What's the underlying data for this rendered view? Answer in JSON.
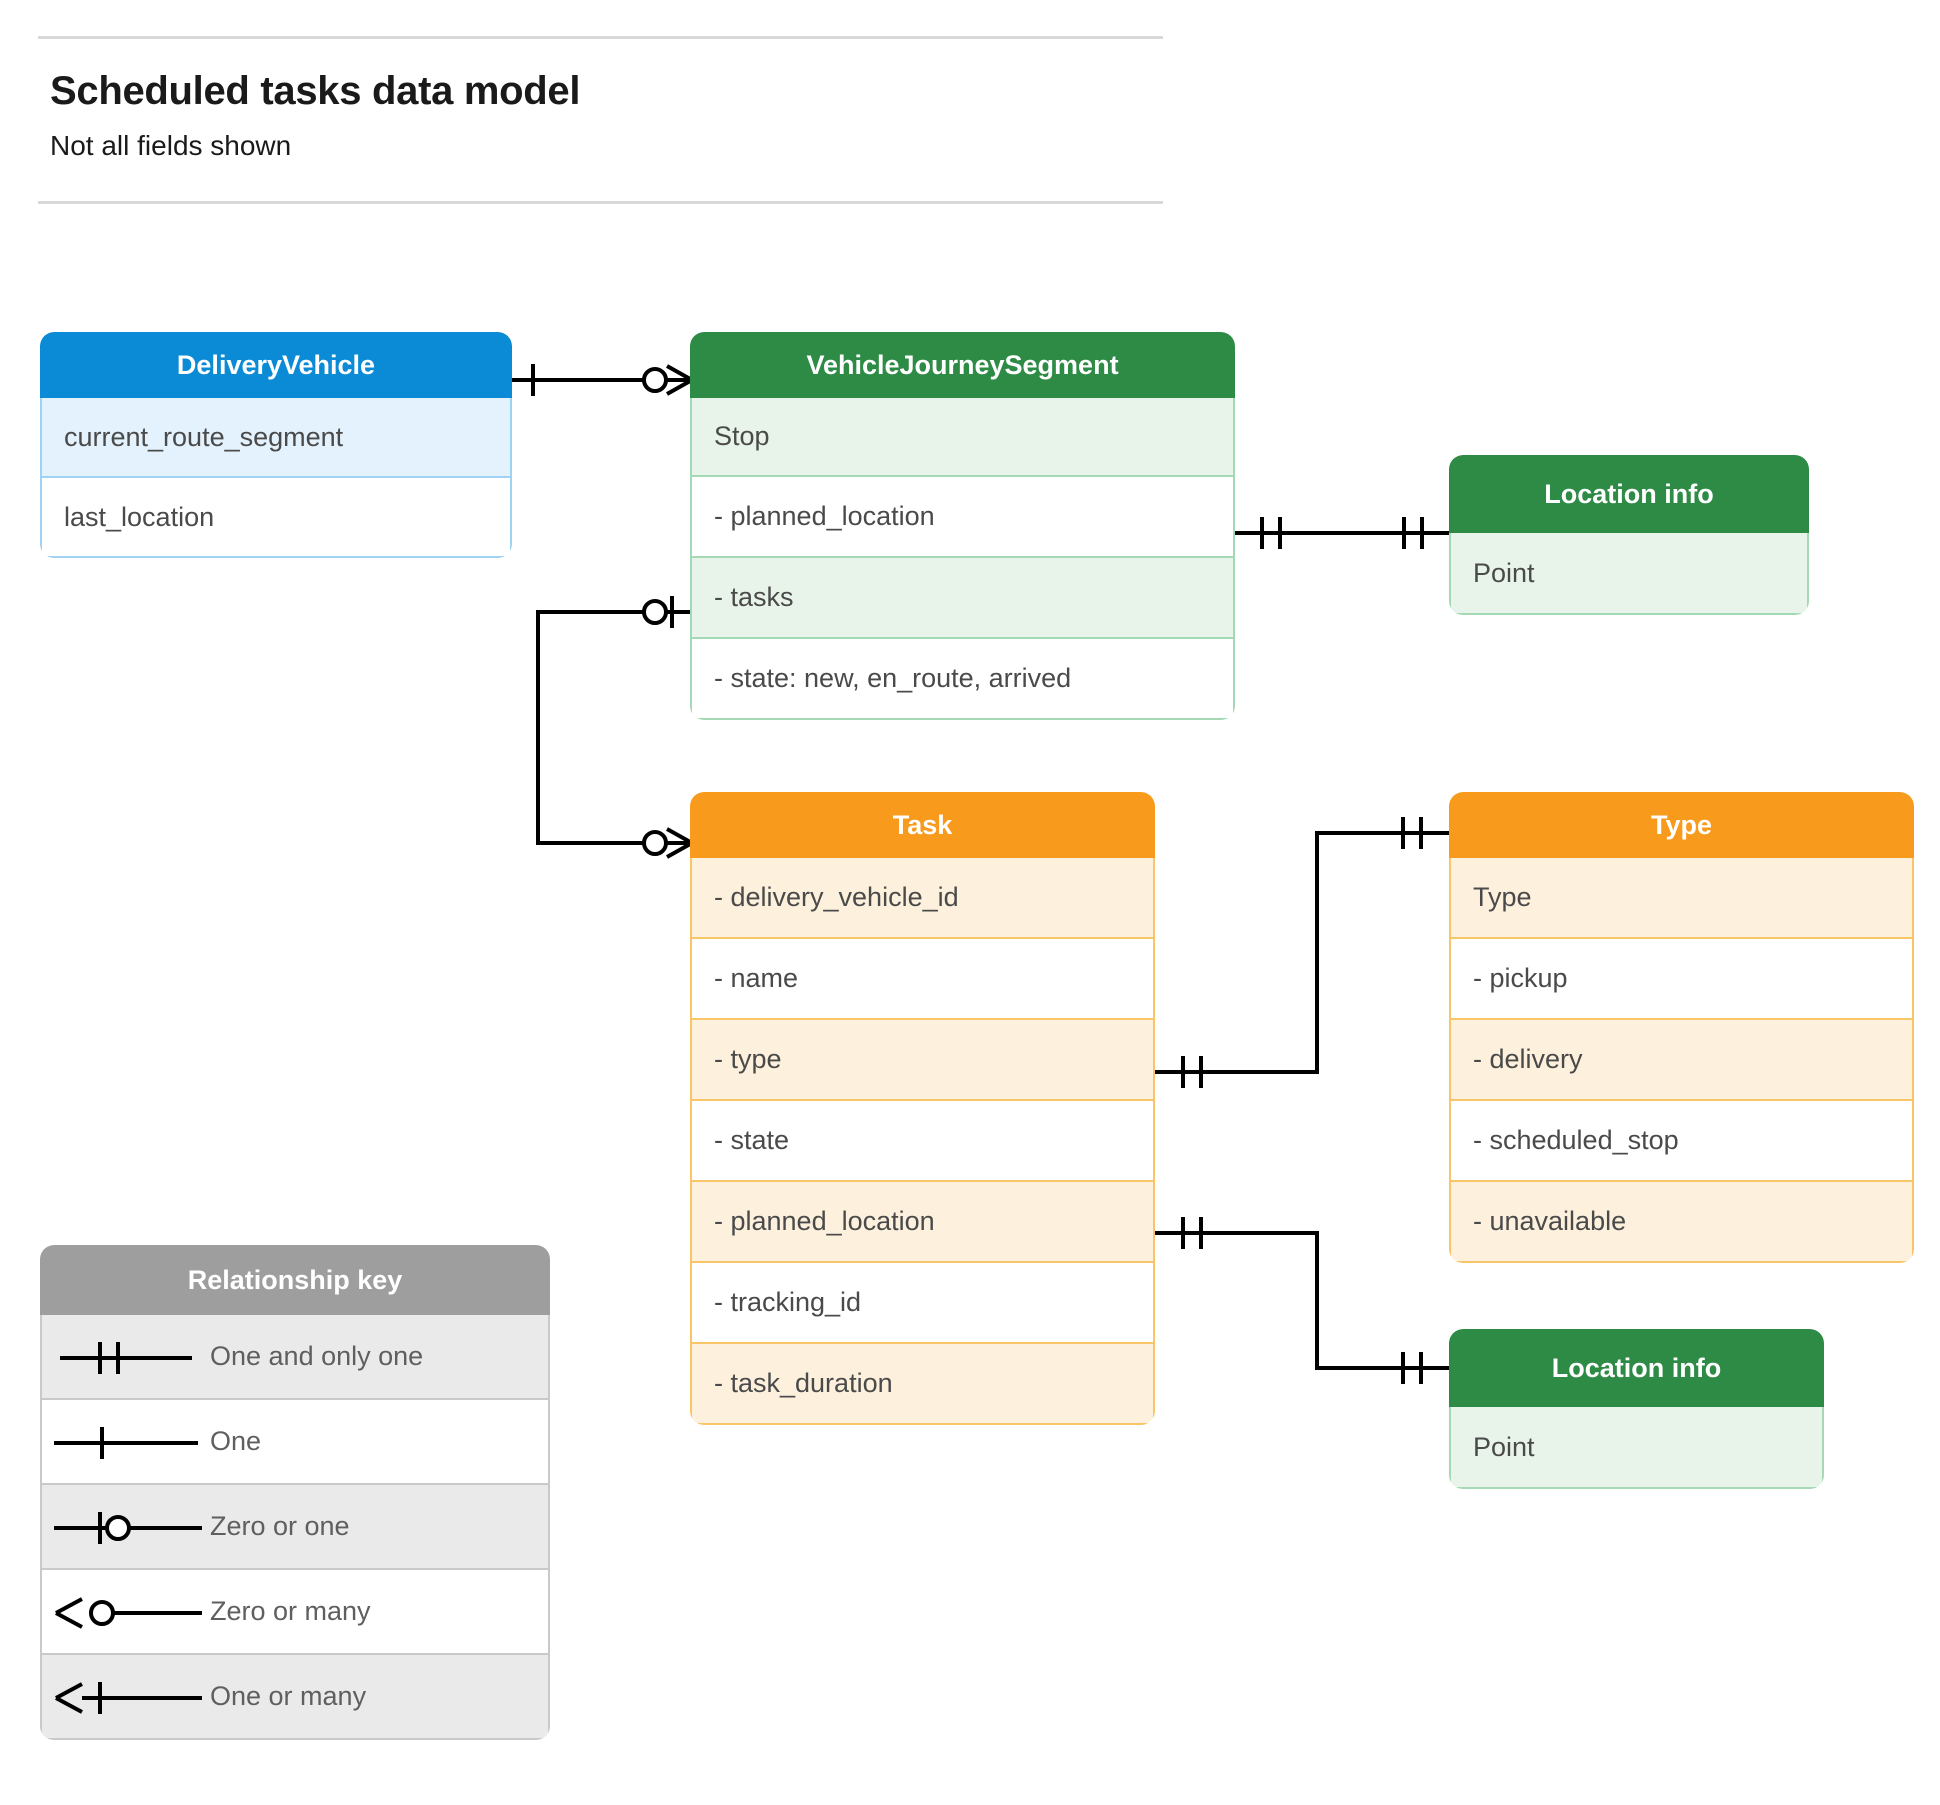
{
  "header": {
    "title": "Scheduled tasks data model",
    "subtitle": "Not all fields shown"
  },
  "entities": {
    "delivery_vehicle": {
      "title": "DeliveryVehicle",
      "color": "#0b8bd5",
      "rows": [
        "current_route_segment",
        "last_location"
      ]
    },
    "vehicle_journey_segment": {
      "title": "VehicleJourneySegment",
      "color": "#2e8b46",
      "rows": [
        "Stop",
        "-  planned_location",
        "- tasks",
        "- state: new, en_route, arrived"
      ]
    },
    "location_info_top": {
      "title": "Location info",
      "color": "#2e8b46",
      "rows": [
        "Point"
      ]
    },
    "task": {
      "title": "Task",
      "color": "#f89a1c",
      "rows": [
        "- delivery_vehicle_id",
        "- name",
        "- type",
        "- state",
        "- planned_location",
        "- tracking_id",
        "- task_duration"
      ]
    },
    "type": {
      "title": "Type",
      "color": "#f89a1c",
      "rows": [
        "Type",
        "-  pickup",
        "-  delivery",
        "-  scheduled_stop",
        "-  unavailable"
      ]
    },
    "location_info_bottom": {
      "title": "Location info",
      "color": "#2e8b46",
      "rows": [
        "Point"
      ]
    }
  },
  "legend": {
    "title": "Relationship key",
    "items": [
      {
        "label": "One and only one",
        "symbol": "one-and-only-one-symbol"
      },
      {
        "label": "One",
        "symbol": "one-symbol"
      },
      {
        "label": "Zero or one",
        "symbol": "zero-or-one-symbol"
      },
      {
        "label": "Zero or many",
        "symbol": "zero-or-many-symbol"
      },
      {
        "label": "One or many",
        "symbol": "one-or-many-symbol"
      }
    ]
  },
  "relationships": [
    {
      "from": "delivery_vehicle",
      "to": "vehicle_journey_segment",
      "from_cardinality": "one",
      "to_cardinality": "zero-or-many"
    },
    {
      "from": "vehicle_journey_segment.planned_location",
      "to": "location_info_top",
      "from_cardinality": "one-and-only-one",
      "to_cardinality": "one-and-only-one"
    },
    {
      "from": "vehicle_journey_segment.tasks",
      "to": "task",
      "from_cardinality": "zero-or-one",
      "to_cardinality": "zero-or-many"
    },
    {
      "from": "task.type",
      "to": "type",
      "from_cardinality": "one-and-only-one",
      "to_cardinality": "one-and-only-one"
    },
    {
      "from": "task.planned_location",
      "to": "location_info_bottom",
      "from_cardinality": "one-and-only-one",
      "to_cardinality": "one-and-only-one"
    }
  ],
  "colors": {
    "blue": "#0b8bd5",
    "green": "#2e8b46",
    "orange": "#f89a1c",
    "grey": "#9e9e9e",
    "line": "#000000",
    "rule": "#d9d9d9"
  }
}
